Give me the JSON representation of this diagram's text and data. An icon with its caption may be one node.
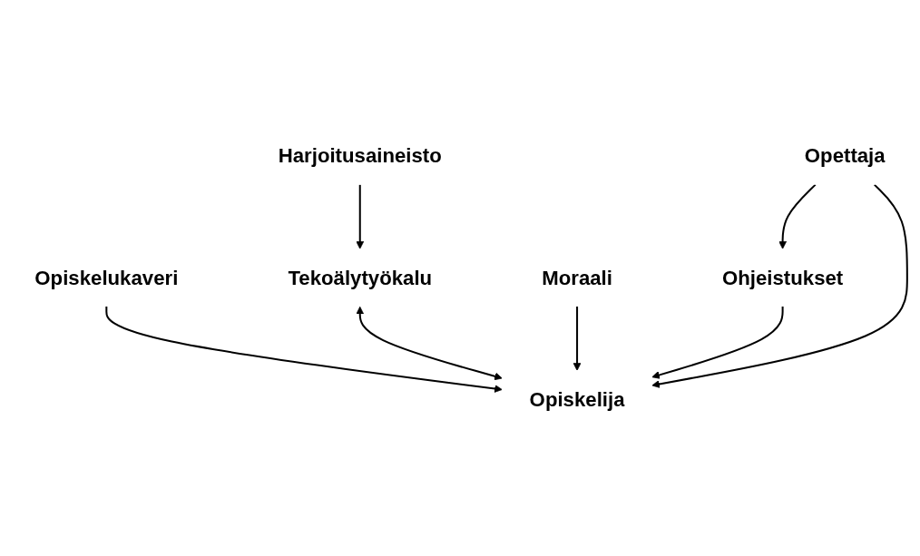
{
  "diagram": {
    "nodes": [
      {
        "text": [
          "Opiskelukaveri"
        ]
      },
      {
        "text": [
          "Harjoitusaineisto"
        ]
      },
      {
        "text": [
          "Tekoälytyökalu"
        ]
      },
      {
        "text": [
          "Opiskelija"
        ]
      },
      {
        "text": [
          "Moraali"
        ]
      },
      {
        "text": [
          "Ohjeistukset"
        ]
      },
      {
        "text": [
          "Opettaja"
        ]
      }
    ],
    "edges": [
      {
        "from": 0,
        "to": 3,
        "arrow": "to"
      },
      {
        "from": 1,
        "to": 2,
        "arrow": "to"
      },
      {
        "from": 2,
        "to": 3,
        "arrow": "both"
      },
      {
        "from": 4,
        "to": 3,
        "arrow": "to"
      },
      {
        "from": 5,
        "to": 3,
        "arrow": "to"
      },
      {
        "from": 6,
        "to": 3,
        "arrow": "to"
      },
      {
        "from": 6,
        "to": 5,
        "arrow": "to"
      }
    ]
  }
}
